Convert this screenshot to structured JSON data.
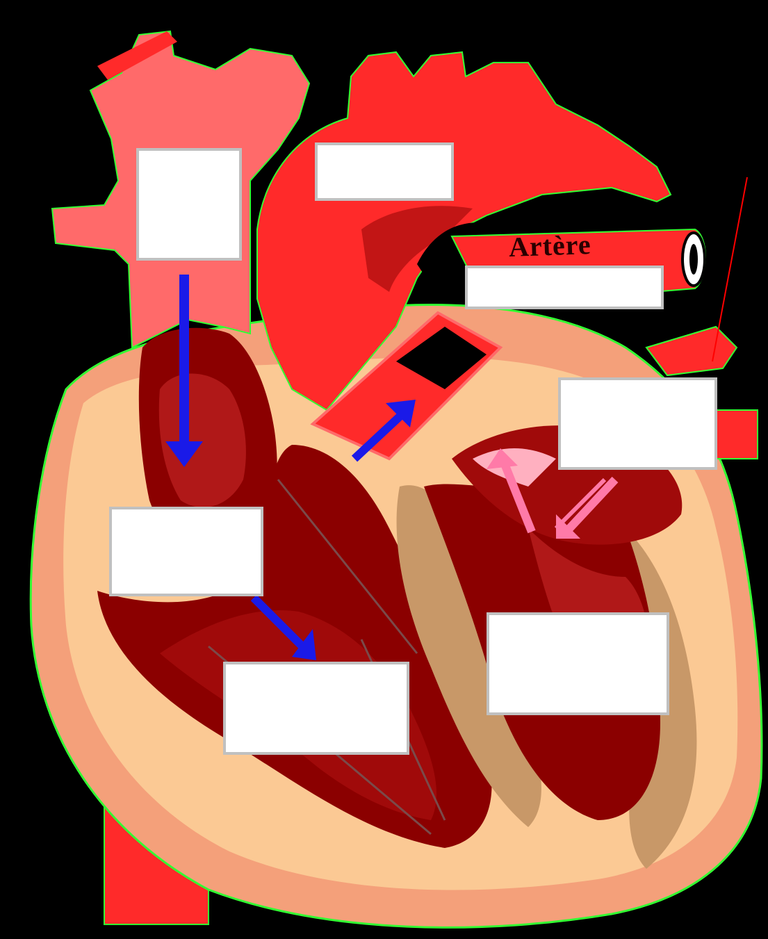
{
  "diagram": {
    "printed_label": "Artère",
    "label_boxes": [
      {
        "id": "lb-1",
        "text": ""
      },
      {
        "id": "lb-2",
        "text": ""
      },
      {
        "id": "lb-3",
        "text": ""
      },
      {
        "id": "lb-4",
        "text": ""
      },
      {
        "id": "lb-5",
        "text": ""
      },
      {
        "id": "lb-6",
        "text": ""
      },
      {
        "id": "lb-7",
        "text": ""
      }
    ]
  },
  "colors": {
    "background": "#000000",
    "vessel_red": "#ff2a2a",
    "vein_pink": "#ff6a6a",
    "chamber_dark": "#8b0000",
    "chamber_mid": "#b01818",
    "heart_wall": "#f4a07a",
    "inner_wall": "#fbc994",
    "septum_tan": "#c89868",
    "arrow_blue": "#1a1ae8",
    "arrow_pink": "#ff7aa8",
    "outline_green": "#33ff33",
    "label_border": "#c0c0c0"
  },
  "icons": {
    "blood_flow_arrows_blue": "arrow-down",
    "blood_flow_arrows_pink": "arrow-up"
  }
}
